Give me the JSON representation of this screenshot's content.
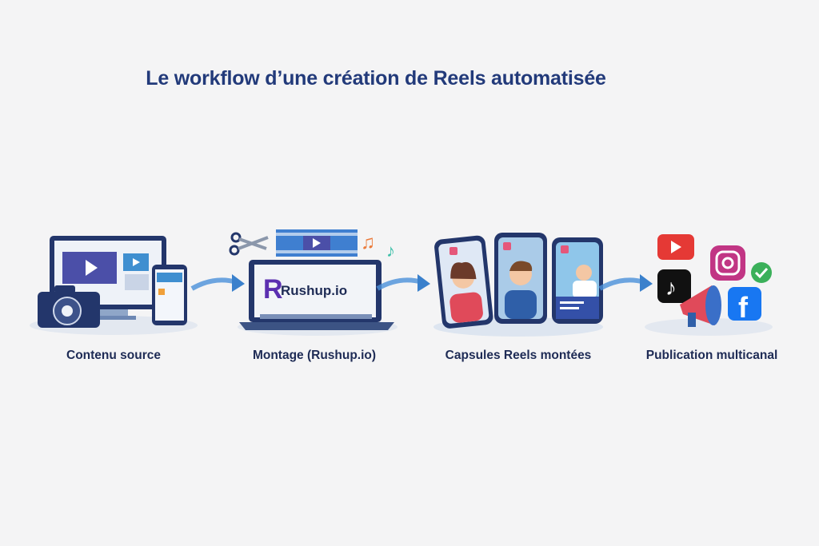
{
  "title": "Le workflow d’une création de Reels automatisée",
  "steps": [
    {
      "label": "Contenu source",
      "icon": "devices-camera-icon"
    },
    {
      "label": "Montage (Rushup.io)",
      "icon": "laptop-editing-icon",
      "brand": "Rushup.io"
    },
    {
      "label": "Capsules Reels montées",
      "icon": "phones-reels-icon"
    },
    {
      "label": "Publication multicanal",
      "icon": "social-networks-icon"
    }
  ],
  "colors": {
    "title": "#223a7a",
    "accent": "#4a90d9",
    "brand": "#5b2fb0"
  }
}
